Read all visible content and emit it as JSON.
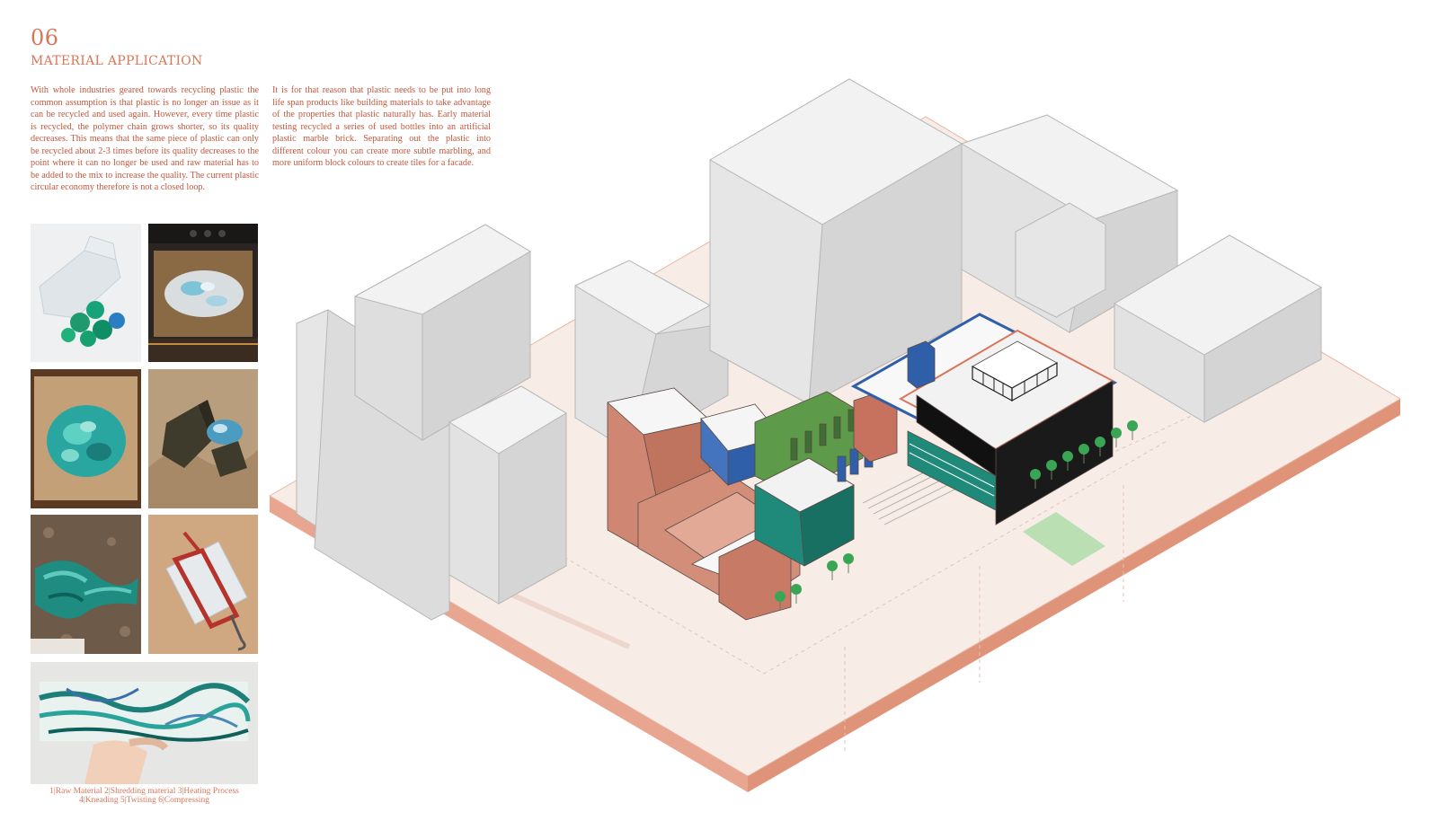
{
  "header": {
    "number": "06",
    "title": "MATERIAL APPLICATION"
  },
  "text": {
    "paragraph_1": "With whole industries geared towards recycling plastic the common assumption is that plastic is no longer an issue as it can be recycled and used again. However, every time plastic is recycled, the polymer chain grows shorter, so its quality decreases. This means that the same piece of plastic can only be recycled about 2-3 times before its quality decreases to the point where it can no longer be used and raw material has to be added to the mix to increase the quality. The current plastic circular economy therefore is not a closed loop.",
    "paragraph_2": "It is for that reason that plastic needs to be put into long life span products like building materials to take advantage of the properties that plastic naturally has. Early material testing recycled a series of used bottles into an artificial plastic marble brick. Separating out the plastic into different colour you can create more subtle marbling, and more uniform block colours to create tiles for a facade."
  },
  "caption": {
    "line_1": "1|Raw Material 2|Shredding material 3|Heating Process",
    "line_2": "4|Kneading 5|Twisting 6|Compressing"
  },
  "colors": {
    "accent": "#d9765a",
    "body_text": "#c2573e",
    "site_base": "#f6e4dd",
    "site_edge": "#e8a58f",
    "massing_top": "#f2f2f2",
    "massing_left": "#e4e4e4",
    "massing_right": "#d6d6d6",
    "brick": "#cf8672",
    "teal": "#1f8a7a",
    "green": "#5d9a4a",
    "blue": "#2f5fa8",
    "black": "#1a1a1a"
  }
}
